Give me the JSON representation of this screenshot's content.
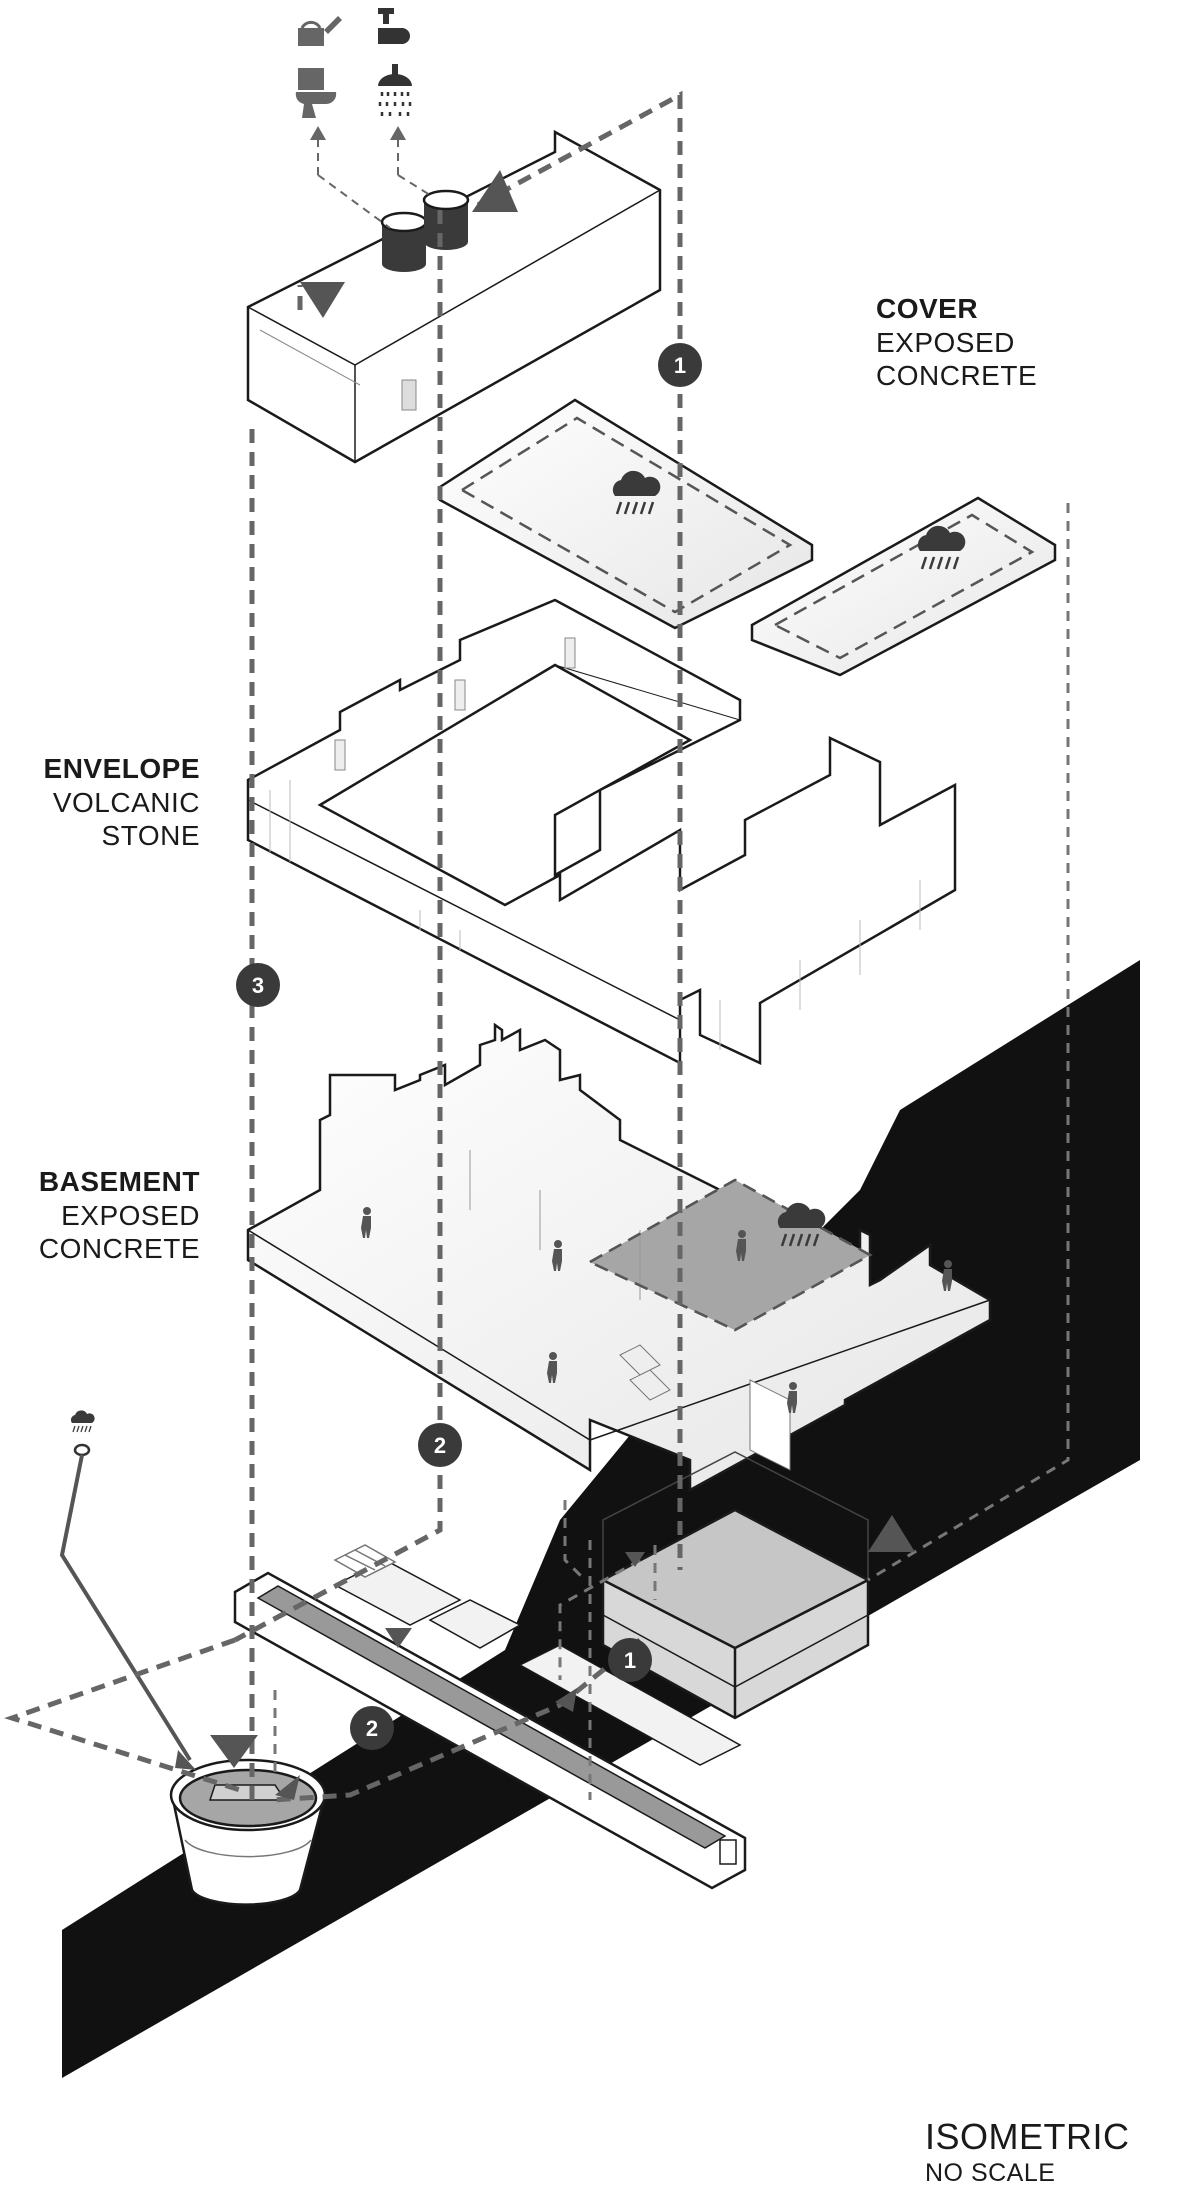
{
  "labels": {
    "cover": {
      "title": "COVER",
      "line1": "EXPOSED",
      "line2": "CONCRETE"
    },
    "envelope": {
      "title": "ENVELOPE",
      "line1": "VOLCANIC",
      "line2": "STONE"
    },
    "basement": {
      "title": "BASEMENT",
      "line1": "EXPOSED",
      "line2": "CONCRETE"
    },
    "footer": {
      "title": "ISOMETRIC",
      "subtitle": "NO SCALE"
    }
  },
  "badges": [
    {
      "id": "cover-flow",
      "number": "1"
    },
    {
      "id": "envelope-flow",
      "number": "3"
    },
    {
      "id": "basement-flow",
      "number": "2"
    },
    {
      "id": "tank-flow",
      "number": "1"
    },
    {
      "id": "ground-flow",
      "number": "2"
    }
  ],
  "icons": [
    "watering-can-icon",
    "hand-wash-icon",
    "toilet-icon",
    "shower-icon",
    "rain-cloud-icon",
    "water-tank-icon"
  ],
  "colors": {
    "ink": "#1a1a1a",
    "flow": "#666666",
    "terrain": "#111111",
    "badge": "#3a3a3a"
  }
}
